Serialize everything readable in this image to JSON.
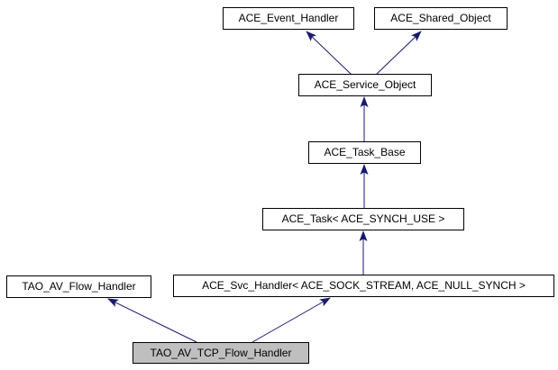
{
  "diagram": {
    "type": "inheritance-graph",
    "colors": {
      "edge": "#191970",
      "node_border": "#000000",
      "node_fill": "#ffffff",
      "current_node_fill": "#bfbfbf",
      "text": "#000000",
      "background": "#ffffff"
    },
    "nodes": [
      {
        "id": "ace-event-handler",
        "label": "ACE_Event_Handler",
        "current": false
      },
      {
        "id": "ace-shared-object",
        "label": "ACE_Shared_Object",
        "current": false
      },
      {
        "id": "ace-service-object",
        "label": "ACE_Service_Object",
        "current": false
      },
      {
        "id": "ace-task-base",
        "label": "ACE_Task_Base",
        "current": false
      },
      {
        "id": "ace-task-synch-use",
        "label": "ACE_Task< ACE_SYNCH_USE >",
        "current": false
      },
      {
        "id": "tao-av-flow-handler",
        "label": "TAO_AV_Flow_Handler",
        "current": false
      },
      {
        "id": "ace-svc-handler",
        "label": "ACE_Svc_Handler< ACE_SOCK_STREAM, ACE_NULL_SYNCH >",
        "current": false
      },
      {
        "id": "tao-av-tcp-flow-handler",
        "label": "TAO_AV_TCP_Flow_Handler",
        "current": true
      }
    ],
    "edges": [
      {
        "from": "ace-service-object",
        "to": "ace-event-handler"
      },
      {
        "from": "ace-service-object",
        "to": "ace-shared-object"
      },
      {
        "from": "ace-task-base",
        "to": "ace-service-object"
      },
      {
        "from": "ace-task-synch-use",
        "to": "ace-task-base"
      },
      {
        "from": "ace-svc-handler",
        "to": "ace-task-synch-use"
      },
      {
        "from": "tao-av-tcp-flow-handler",
        "to": "tao-av-flow-handler"
      },
      {
        "from": "tao-av-tcp-flow-handler",
        "to": "ace-svc-handler"
      }
    ]
  }
}
